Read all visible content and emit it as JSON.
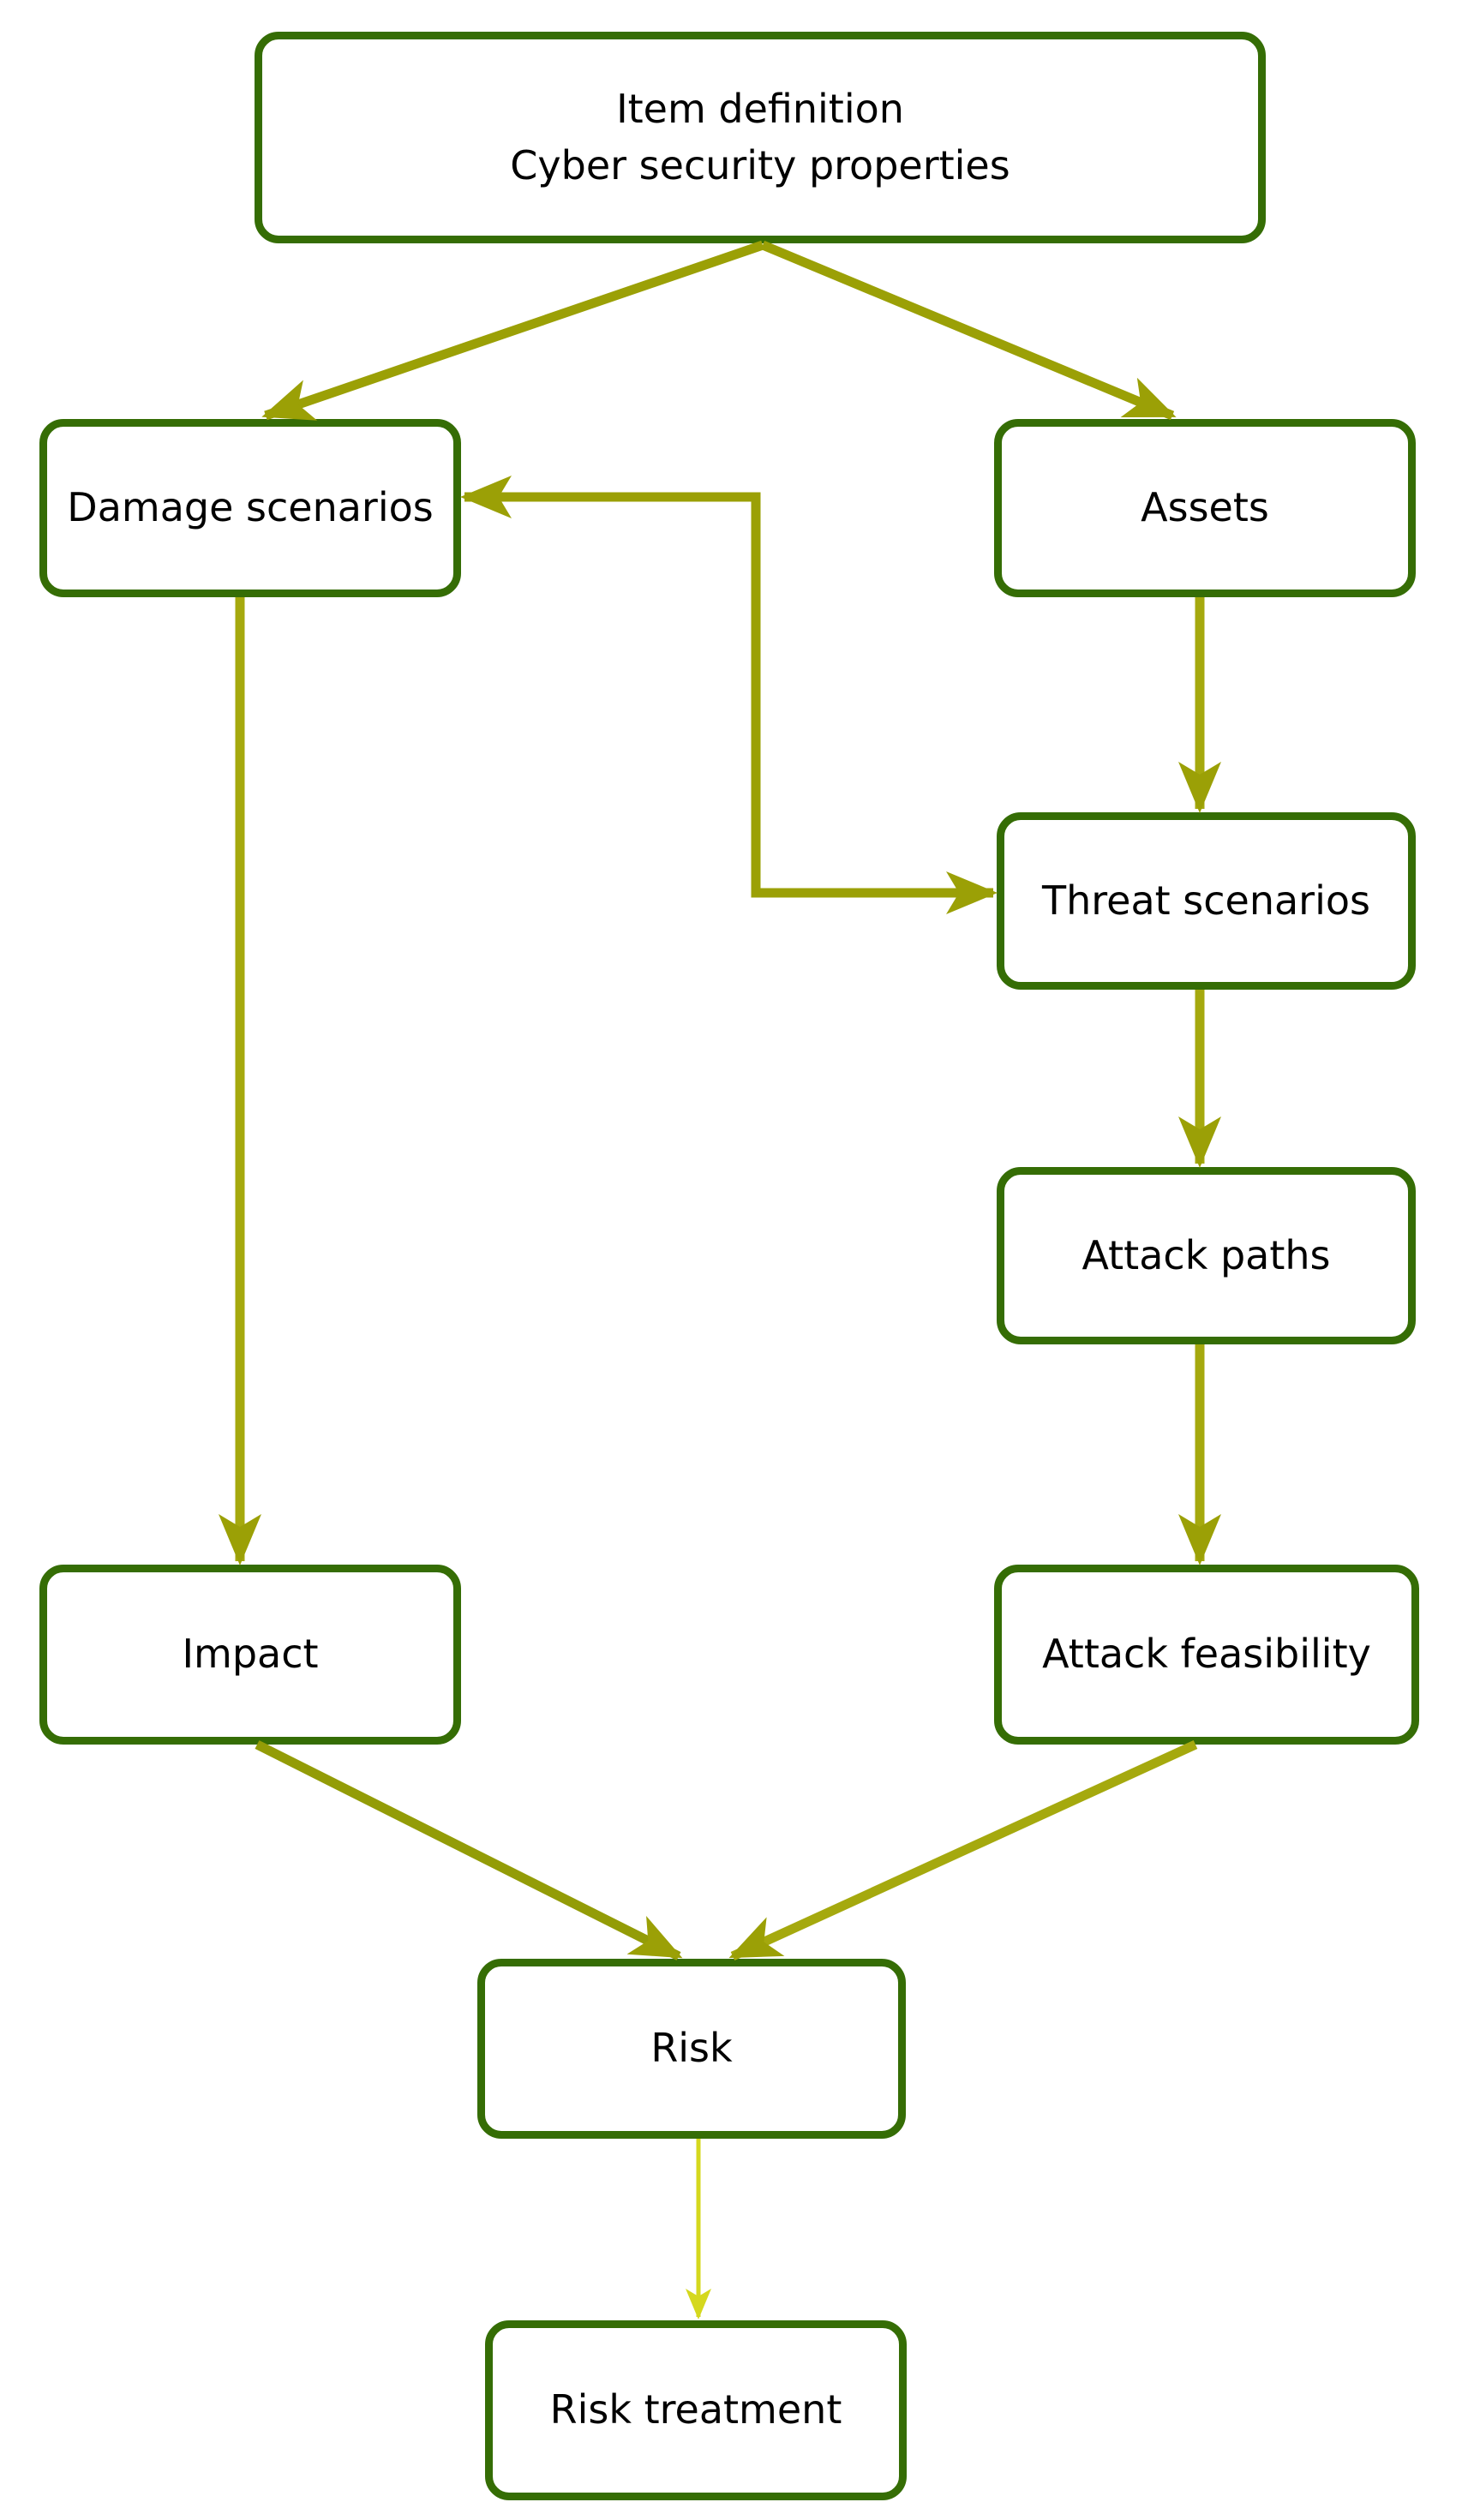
{
  "diagram": {
    "type": "flowchart",
    "background": "#ffffff",
    "colors": {
      "node_border": "#356d05",
      "node_fill": "#ffffff",
      "node_text": "#000000",
      "arrow_main": "#9ba006",
      "arrow_light": "#d5d81e"
    },
    "nodes": [
      {
        "id": "item_definition",
        "lines": [
          "Item definition",
          "Cyber security properties"
        ]
      },
      {
        "id": "damage_scenarios",
        "label": "Damage scenarios"
      },
      {
        "id": "assets",
        "label": "Assets"
      },
      {
        "id": "threat_scenarios",
        "label": "Threat scenarios"
      },
      {
        "id": "attack_paths",
        "label": "Attack paths"
      },
      {
        "id": "impact",
        "label": "Impact"
      },
      {
        "id": "attack_feasibility",
        "label": "Attack feasibility"
      },
      {
        "id": "risk",
        "label": "Risk"
      },
      {
        "id": "risk_treatment",
        "label": "Risk treatment"
      }
    ],
    "edges": [
      {
        "from": "item_definition",
        "to": "damage_scenarios",
        "arrow": "single"
      },
      {
        "from": "item_definition",
        "to": "assets",
        "arrow": "single"
      },
      {
        "from": "assets",
        "to": "threat_scenarios",
        "arrow": "single"
      },
      {
        "from": "threat_scenarios",
        "to": "attack_paths",
        "arrow": "single"
      },
      {
        "from": "attack_paths",
        "to": "attack_feasibility",
        "arrow": "single"
      },
      {
        "from": "damage_scenarios",
        "to": "impact",
        "arrow": "single"
      },
      {
        "from": "threat_scenarios",
        "to": "damage_scenarios",
        "arrow": "double",
        "shape": "elbow"
      },
      {
        "from": "impact",
        "to": "risk",
        "arrow": "single"
      },
      {
        "from": "attack_feasibility",
        "to": "risk",
        "arrow": "single"
      },
      {
        "from": "risk",
        "to": "risk_treatment",
        "arrow": "single",
        "weight": "thin"
      }
    ]
  }
}
